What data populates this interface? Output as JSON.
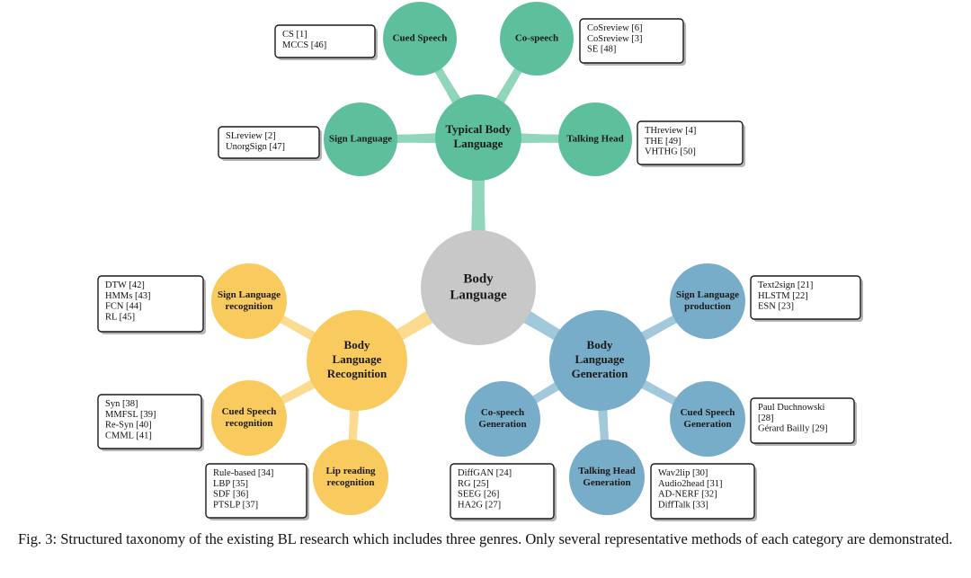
{
  "colors": {
    "green": "#5dbf9b",
    "green_link": "#8fd6ba",
    "yellow": "#f9cb5e",
    "yellow_link": "#fbdb8f",
    "blue": "#78adc9",
    "blue_link": "#a2c8dc",
    "center": "#c8c8c8",
    "center_link": "#d6d6d6"
  },
  "center": {
    "label": [
      "Body",
      "Language"
    ]
  },
  "branches": [
    {
      "key": "typical",
      "color": "green",
      "label": [
        "Typical Body",
        "Language"
      ],
      "children": [
        {
          "key": "cued-speech",
          "label": [
            "Cued Speech"
          ],
          "refs": [
            "CS [1]",
            "MCCS [46]"
          ]
        },
        {
          "key": "co-speech",
          "label": [
            "Co-speech"
          ],
          "refs": [
            "CoSreview [6]",
            "CoSreview [3]",
            "SE [48]"
          ]
        },
        {
          "key": "sign-language",
          "label": [
            "Sign Language"
          ],
          "refs": [
            "SLreview [2]",
            "UnorgSign [47]"
          ]
        },
        {
          "key": "talking-head",
          "label": [
            "Talking Head"
          ],
          "refs": [
            "THreview [4]",
            "THE [49]",
            "VHTHG [50]"
          ]
        }
      ]
    },
    {
      "key": "recognition",
      "color": "yellow",
      "label": [
        "Body",
        "Language",
        "Recognition"
      ],
      "children": [
        {
          "key": "sign-language-recognition",
          "label": [
            "Sign Language",
            "recognition"
          ],
          "refs": [
            "DTW [42]",
            "HMMs [43]",
            "FCN [44]",
            "RL [45]"
          ]
        },
        {
          "key": "cued-speech-recognition",
          "label": [
            "Cued Speech",
            "recognition"
          ],
          "refs": [
            "Syn [38]",
            "MMFSL [39]",
            "Re-Syn [40]",
            "CMML [41]"
          ]
        },
        {
          "key": "lip-reading-recognition",
          "label": [
            "Lip reading",
            "recognition"
          ],
          "refs": [
            "Rule-based [34]",
            "LBP [35]",
            "SDF [36]",
            "PTSLP [37]"
          ]
        }
      ]
    },
    {
      "key": "generation",
      "color": "blue",
      "label": [
        "Body",
        "Language",
        "Generation"
      ],
      "children": [
        {
          "key": "sign-language-production",
          "label": [
            "Sign Language",
            "production"
          ],
          "refs": [
            "Text2sign [21]",
            "HLSTM [22]",
            "ESN [23]"
          ]
        },
        {
          "key": "co-speech-generation",
          "label": [
            "Co-speech",
            "Generation"
          ],
          "refs": [
            "DiffGAN [24]",
            "RG [25]",
            "SEEG [26]",
            "HA2G [27]"
          ]
        },
        {
          "key": "talking-head-generation",
          "label": [
            "Talking Head",
            "Generation"
          ],
          "refs": [
            "Wav2lip [30]",
            "Audio2head [31]",
            "AD-NERF [32]",
            "DiffTalk [33]"
          ]
        },
        {
          "key": "cued-speech-generation",
          "label": [
            "Cued Speech",
            "Generation"
          ],
          "refs": [
            "Paul Duchnowski",
            "[28]",
            "Gérard Bailly [29]"
          ]
        }
      ]
    }
  ],
  "caption": "Fig. 3: Structured taxonomy of the existing BL research which includes three genres. Only several representative methods of each category are demonstrated."
}
